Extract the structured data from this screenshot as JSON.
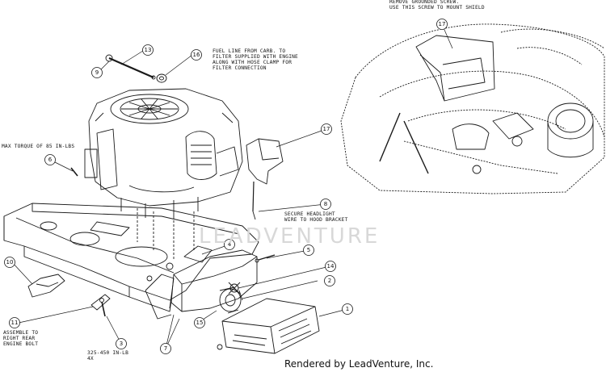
{
  "notes": {
    "remove_screw": "REMOVE GROUNDED SCREW.\nUSE THIS SCREW TO MOUNT SHIELD",
    "fuel_line": "FUEL LINE FROM CARB. TO\nFILTER SUPPLIED WITH ENGINE\nALONG WITH HOSE CLAMP FOR\nFILTER CONNECTION",
    "max_torque": "MAX TORQUE OF 85 IN-LBS",
    "headlight": "SECURE HEADLIGHT\nWIRE TO HOOD BRACKET",
    "assemble": "ASSEMBLE TO\nRIGHT REAR\nENGINE BOLT",
    "torque_range": "325-450 IN-LB\n4X"
  },
  "callouts": [
    "1",
    "2",
    "3",
    "4",
    "5",
    "6",
    "7",
    "8",
    "9",
    "10",
    "11",
    "13",
    "14",
    "15",
    "16",
    "17"
  ],
  "watermark": "LEADVENTURE",
  "footer": "Rendered by LeadVenture, Inc."
}
